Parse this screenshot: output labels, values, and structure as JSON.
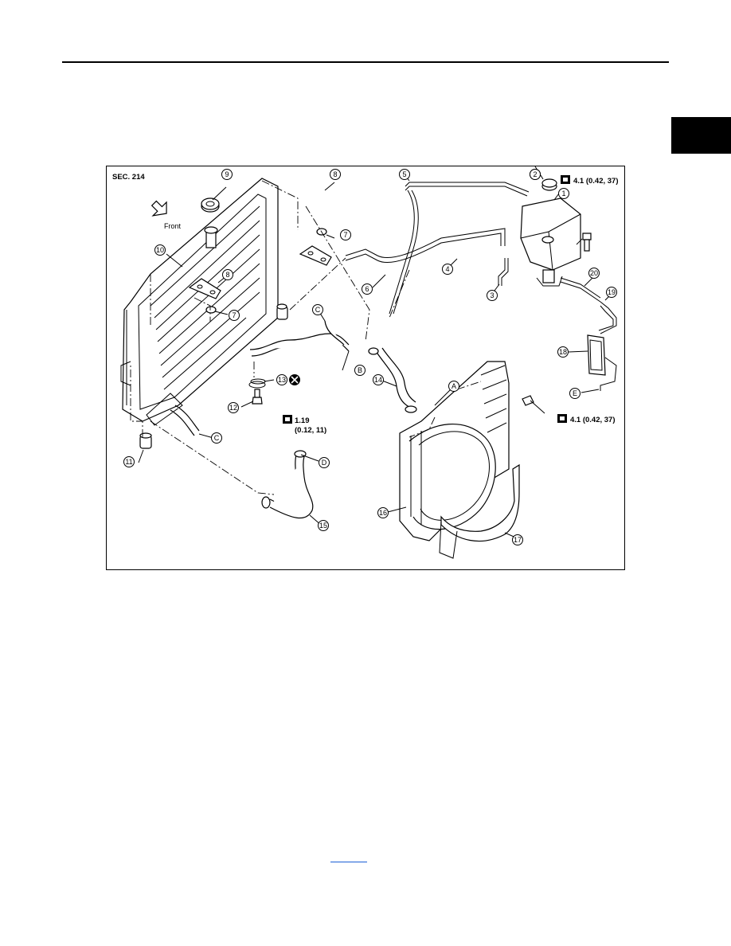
{
  "figure": {
    "section": "SEC. 214",
    "front_label": "Front",
    "torque_top": "4.1 (0.42, 37)",
    "torque_mid": "4.1 (0.42, 37)",
    "torque_drain_line1": "1.19",
    "torque_drain_line2": "(0.12, 11)",
    "callouts": {
      "c1": "1",
      "c2": "2",
      "c3": "3",
      "c4": "4",
      "c5": "5",
      "c6": "6",
      "c7a": "7",
      "c7b": "7",
      "c8a": "8",
      "c8b": "8",
      "c9": "9",
      "c10": "10",
      "c11": "11",
      "c12": "12",
      "c13": "13",
      "c14": "14",
      "c15": "15",
      "c16": "16",
      "c17": "17",
      "c18": "18",
      "c19": "19",
      "c20": "20"
    },
    "refs": {
      "A": "A",
      "B": "B",
      "C1": "C",
      "C2": "C",
      "D": "D",
      "E": "E"
    }
  },
  "colors": {
    "ink": "#000000",
    "link": "#1a5fd6",
    "paper": "#ffffff"
  }
}
